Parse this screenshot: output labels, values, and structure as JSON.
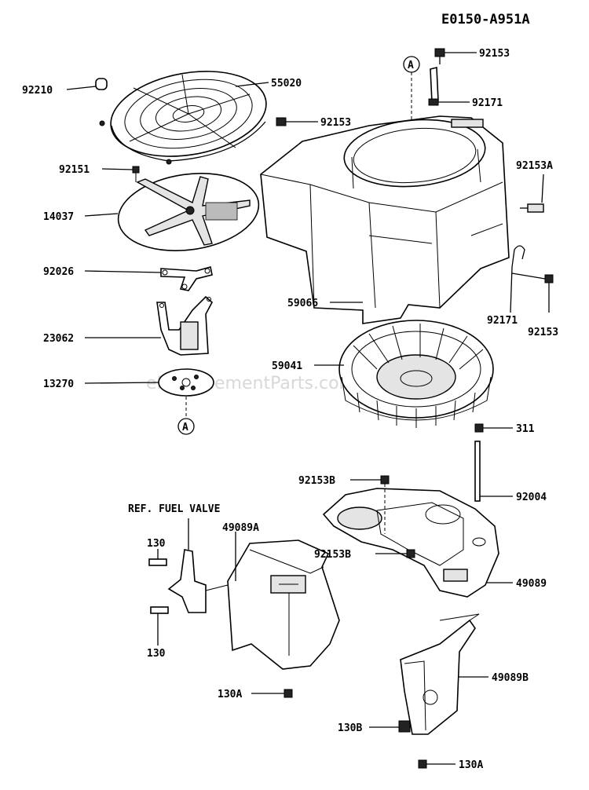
{
  "title": "E0150-A951A",
  "watermark": "eReplacementParts.com",
  "ref_marker": "A",
  "note": "REF. FUEL VALVE",
  "labels": {
    "p92210": "92210",
    "p55020": "55020",
    "p92151": "92151",
    "p14037": "14037",
    "p92026": "92026",
    "p23062": "23062",
    "p13270": "13270",
    "p92153_top": "92153",
    "p92171_top": "92171",
    "p92153_mid": "92153",
    "p92153A": "92153A",
    "p59066": "59066",
    "p92171_side": "92171",
    "p92153_side": "92153",
    "p59041": "59041",
    "p311": "311",
    "p92153B_top": "92153B",
    "p92004": "92004",
    "p49089A": "49089A",
    "p92153B_mid": "92153B",
    "p49089": "49089",
    "p130_top": "130",
    "p130_bot": "130",
    "p130A_mid": "130A",
    "p49089B": "49089B",
    "p130B": "130B",
    "p130A_bot": "130A"
  }
}
